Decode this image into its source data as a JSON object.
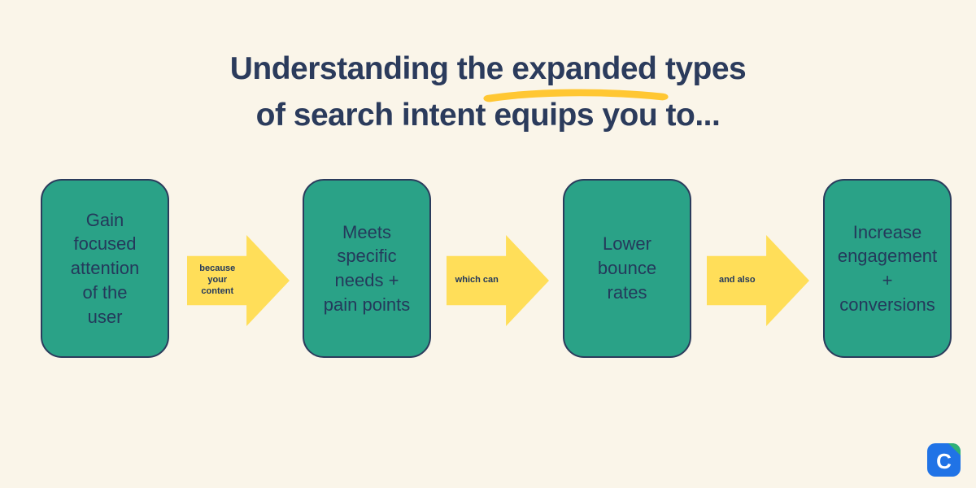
{
  "title": {
    "line1_pre": "Understanding the",
    "line1_highlight": "expanded",
    "line1_post": "types",
    "line2": "of search intent equips you to..."
  },
  "flow": {
    "boxes": [
      {
        "text": "Gain\nfocused\nattention\nof the\nuser"
      },
      {
        "text": "Meets\nspecific\nneeds +\npain points"
      },
      {
        "text": "Lower\nbounce\nrates"
      },
      {
        "text": "Increase\nengagement\n+\nconversions"
      }
    ],
    "arrows": [
      {
        "label": "because your\ncontent"
      },
      {
        "label": "which can"
      },
      {
        "label": "and also"
      }
    ]
  },
  "colors": {
    "background": "#FAF5E9",
    "navy_text": "#2B3B5C",
    "box_green": "#2AA287",
    "arrow_yellow": "#FFDE59",
    "underline_gold": "#FFC733",
    "logo_blue": "#2073E6",
    "logo_green": "#2FB176"
  },
  "logo": {
    "letter": "C"
  }
}
